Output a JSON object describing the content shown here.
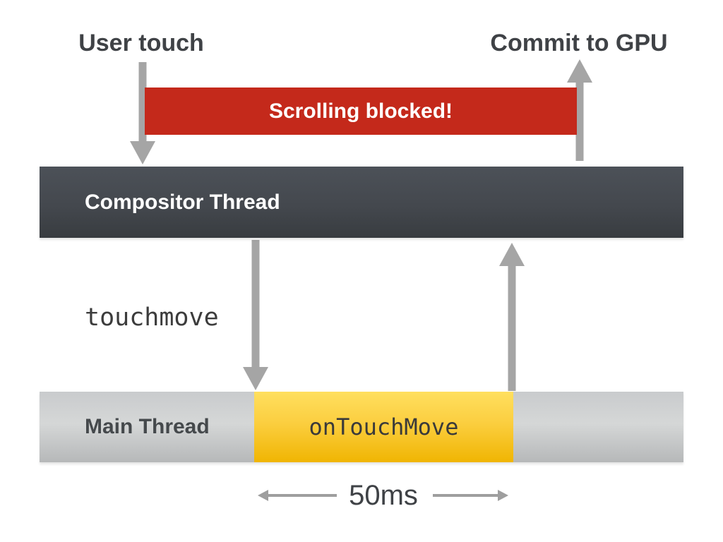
{
  "labels": {
    "user_touch": "User touch",
    "commit_to_gpu": "Commit to GPU",
    "scrolling_blocked": "Scrolling blocked!",
    "compositor_thread": "Compositor Thread",
    "touchmove": "touchmove",
    "main_thread": "Main Thread",
    "on_touch_move": "onTouchMove",
    "duration": "50ms"
  },
  "colors": {
    "blocked_bar_red": "#c4291b",
    "arrow_gray": "#a5a5a5",
    "measure_arrow_gray": "#9e9e9e",
    "compositor_bar_top": "#4c5158",
    "compositor_bar_bottom": "#383c40",
    "main_bar_top": "#c9cbcd",
    "main_bar_bottom": "#b6b8b9",
    "busy_segment_top": "#ffdf5f",
    "busy_segment_bottom": "#f0b502",
    "label_text_dark": "#3f4246",
    "bar_text_white": "#ffffff",
    "code_text": "#3c3c3c"
  }
}
